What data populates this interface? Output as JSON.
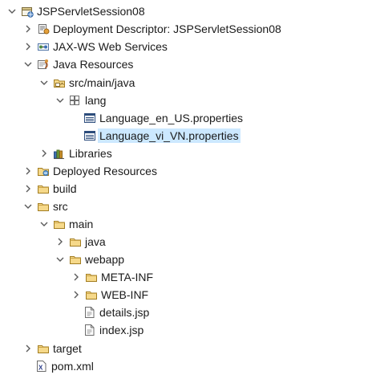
{
  "tree": {
    "items": [
      {
        "label": "JSPServletSession08",
        "icon": "web-project-icon",
        "expanded": true
      },
      {
        "label": "Deployment Descriptor: JSPServletSession08",
        "icon": "deployment-descriptor-icon",
        "expanded": false
      },
      {
        "label": "JAX-WS Web Services",
        "icon": "web-services-icon",
        "expanded": false
      },
      {
        "label": "Java Resources",
        "icon": "java-resources-icon",
        "expanded": true
      },
      {
        "label": "src/main/java",
        "icon": "source-folder-icon",
        "expanded": true
      },
      {
        "label": "lang",
        "icon": "package-icon",
        "expanded": true
      },
      {
        "label": "Language_en_US.properties",
        "icon": "properties-file-icon"
      },
      {
        "label": "Language_vi_VN.properties",
        "icon": "properties-file-icon",
        "selected": true
      },
      {
        "label": "Libraries",
        "icon": "libraries-icon",
        "expanded": false
      },
      {
        "label": "Deployed Resources",
        "icon": "deployed-resources-icon",
        "expanded": false
      },
      {
        "label": "build",
        "icon": "folder-icon",
        "expanded": false
      },
      {
        "label": "src",
        "icon": "folder-icon",
        "expanded": true
      },
      {
        "label": "main",
        "icon": "folder-icon",
        "expanded": true
      },
      {
        "label": "java",
        "icon": "folder-icon",
        "expanded": false
      },
      {
        "label": "webapp",
        "icon": "folder-icon",
        "expanded": true
      },
      {
        "label": "META-INF",
        "icon": "folder-icon",
        "expanded": false
      },
      {
        "label": "WEB-INF",
        "icon": "folder-icon",
        "expanded": false
      },
      {
        "label": "details.jsp",
        "icon": "jsp-file-icon"
      },
      {
        "label": "index.jsp",
        "icon": "jsp-file-icon"
      },
      {
        "label": "target",
        "icon": "folder-icon",
        "expanded": false
      },
      {
        "label": "pom.xml",
        "icon": "xml-file-icon"
      }
    ]
  }
}
